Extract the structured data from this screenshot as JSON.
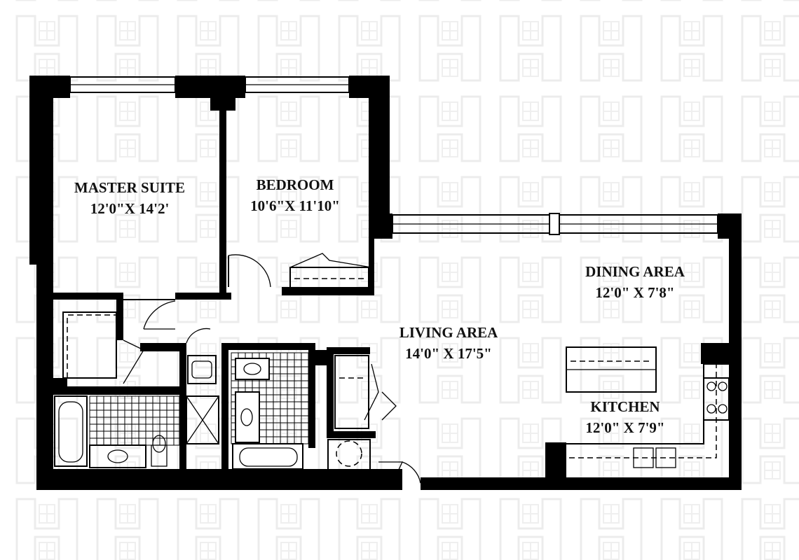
{
  "rooms": [
    {
      "id": "master-suite",
      "name": "MASTER SUITE",
      "dims": "12'0\"X 14'2'"
    },
    {
      "id": "bedroom",
      "name": "BEDROOM",
      "dims": "10'6\"X 11'10\""
    },
    {
      "id": "dining-area",
      "name": "DINING AREA",
      "dims": "12'0\" X 7'8\""
    },
    {
      "id": "living-area",
      "name": "LIVING AREA",
      "dims": "14'0\" X 17'5\""
    },
    {
      "id": "kitchen",
      "name": "KITCHEN",
      "dims": "12'0\" X 7'9\""
    }
  ],
  "watermark": {
    "icon": "building-h-logo-icon",
    "color": "#ececec"
  }
}
